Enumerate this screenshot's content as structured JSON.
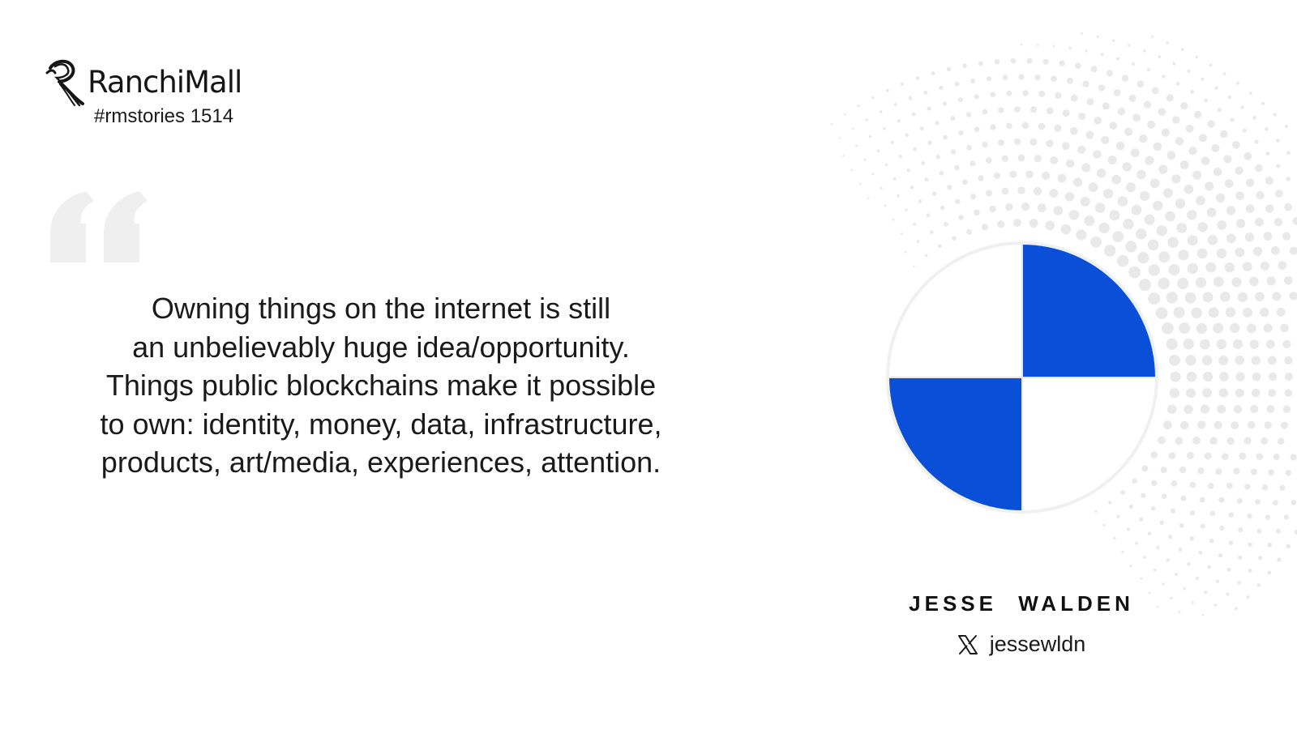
{
  "brand": {
    "name": "RanchiMall",
    "tag": "#rmstories 1514"
  },
  "icons": {
    "logo": "ranchimall-logo-icon",
    "quote": "open-quote-icon",
    "social": "x-logo-icon"
  },
  "quote": {
    "lines": [
      "Owning things on the internet is still",
      "an unbelievably huge idea/opportunity.",
      "Things public blockchains make it possible",
      "to own: identity, money, data, infrastructure,",
      "products, art/media, experiences, attention."
    ]
  },
  "author": {
    "name": "JESSE  WALDEN",
    "handle": "jessewldn"
  },
  "colors": {
    "accent_blue": "#0a4fd8",
    "quote_mark": "#efefef",
    "text": "#1a1a1a"
  }
}
